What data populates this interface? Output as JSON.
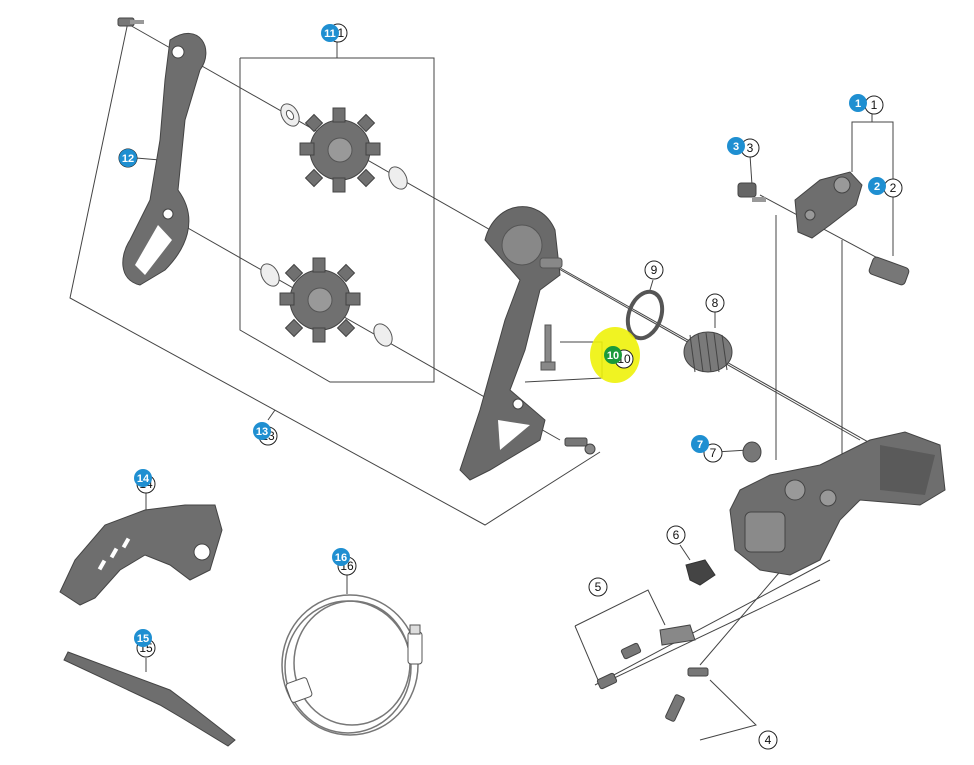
{
  "colors": {
    "badge_blue": "#1f8fd1",
    "badge_green": "#1a9a3a",
    "highlight": "#eef20a",
    "part_dark": "#5e5e5e",
    "part_mid": "#8a8a8a",
    "line": "#333333"
  },
  "callouts": [
    {
      "id": "1",
      "label": "1",
      "badge": "1"
    },
    {
      "id": "2",
      "label": "2",
      "badge": "2"
    },
    {
      "id": "3",
      "label": "3",
      "badge": "3"
    },
    {
      "id": "4",
      "label": "4",
      "badge": ""
    },
    {
      "id": "5",
      "label": "5",
      "badge": ""
    },
    {
      "id": "6",
      "label": "6",
      "badge": ""
    },
    {
      "id": "7",
      "label": "7",
      "badge": "7"
    },
    {
      "id": "8",
      "label": "8",
      "badge": ""
    },
    {
      "id": "9",
      "label": "9",
      "badge": ""
    },
    {
      "id": "10",
      "label": "10",
      "badge": "10"
    },
    {
      "id": "11",
      "label": "11",
      "badge": "11"
    },
    {
      "id": "12",
      "label": "12",
      "badge": "12"
    },
    {
      "id": "13",
      "label": "13",
      "badge": "13"
    },
    {
      "id": "14",
      "label": "14",
      "badge": "14"
    },
    {
      "id": "15",
      "label": "15",
      "badge": "15"
    },
    {
      "id": "16",
      "label": "16",
      "badge": "16"
    }
  ],
  "highlighted_part": "10"
}
